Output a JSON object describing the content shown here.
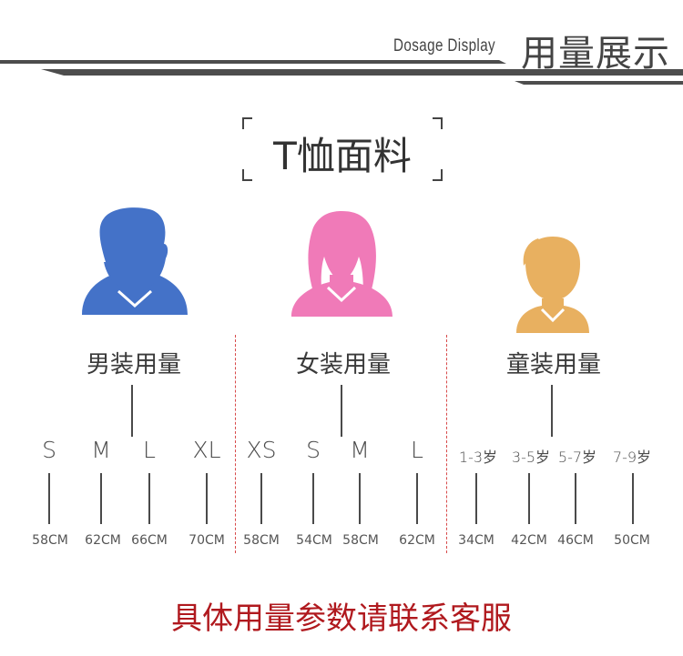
{
  "header": {
    "subtitle_en": "Dosage Display",
    "title_cn": "用量展示"
  },
  "fabric_title": "T恤面料",
  "groups": [
    {
      "title": "男装用量",
      "color": "#4472c8",
      "sizes": [
        {
          "label": "S",
          "value": "58CM"
        },
        {
          "label": "M",
          "value": "62CM"
        },
        {
          "label": "L",
          "value": "66CM"
        },
        {
          "label": "XL",
          "value": "70CM"
        }
      ]
    },
    {
      "title": "女装用量",
      "color": "#f07ab8",
      "sizes": [
        {
          "label": "XS",
          "value": "58CM"
        },
        {
          "label": "S",
          "value": "54CM"
        },
        {
          "label": "M",
          "value": "58CM"
        },
        {
          "label": "L",
          "value": "62CM"
        }
      ]
    },
    {
      "title": "童装用量",
      "color": "#e8b060",
      "sizes": [
        {
          "label": "1-3岁",
          "value": "34CM"
        },
        {
          "label": "3-5岁",
          "value": "42CM"
        },
        {
          "label": "5-7岁",
          "value": "46CM"
        },
        {
          "label": "7-9岁",
          "value": "50CM"
        }
      ]
    }
  ],
  "footer_note": "具体用量参数请联系客服"
}
